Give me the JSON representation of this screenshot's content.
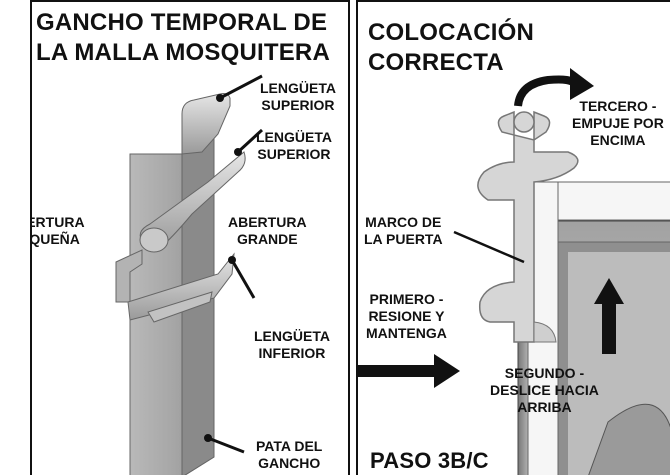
{
  "left_panel": {
    "title_line1": "GANCHO TEMPORAL DE",
    "title_line2": "LA MALLA MOSQUITERA",
    "labels": {
      "upper_tab_1_l1": "LENGÜETA",
      "upper_tab_1_l2": "SUPERIOR",
      "upper_tab_2_l1": "LENGÜETA",
      "upper_tab_2_l2": "SUPERIOR",
      "small_opening_l1": "ABERTURA",
      "small_opening_l2": "PEQUEÑA",
      "large_opening_l1": "ABERTURA",
      "large_opening_l2": "GRANDE",
      "lower_tab_l1": "LENGÜETA",
      "lower_tab_l2": "INFERIOR",
      "hook_leg_l1": "PATA DEL",
      "hook_leg_l2": "GANCHO"
    }
  },
  "right_panel": {
    "title_line1": "COLOCACIÓN",
    "title_line2": "CORRECTA",
    "labels": {
      "third_l1": "TERCERO -",
      "third_l2": "EMPUJE POR",
      "third_l3": "ENCIMA",
      "door_frame_l1": "MARCO DE",
      "door_frame_l2": "LA PUERTA",
      "first_l1": "PRIMERO -",
      "first_l2": "RESIONE Y",
      "first_l3": "MANTENGA",
      "second_l1": "SEGUNDO -",
      "second_l2": "DESLICE HACIA",
      "second_l3": "ARRIBA"
    },
    "step": "PASO 3B/C"
  }
}
